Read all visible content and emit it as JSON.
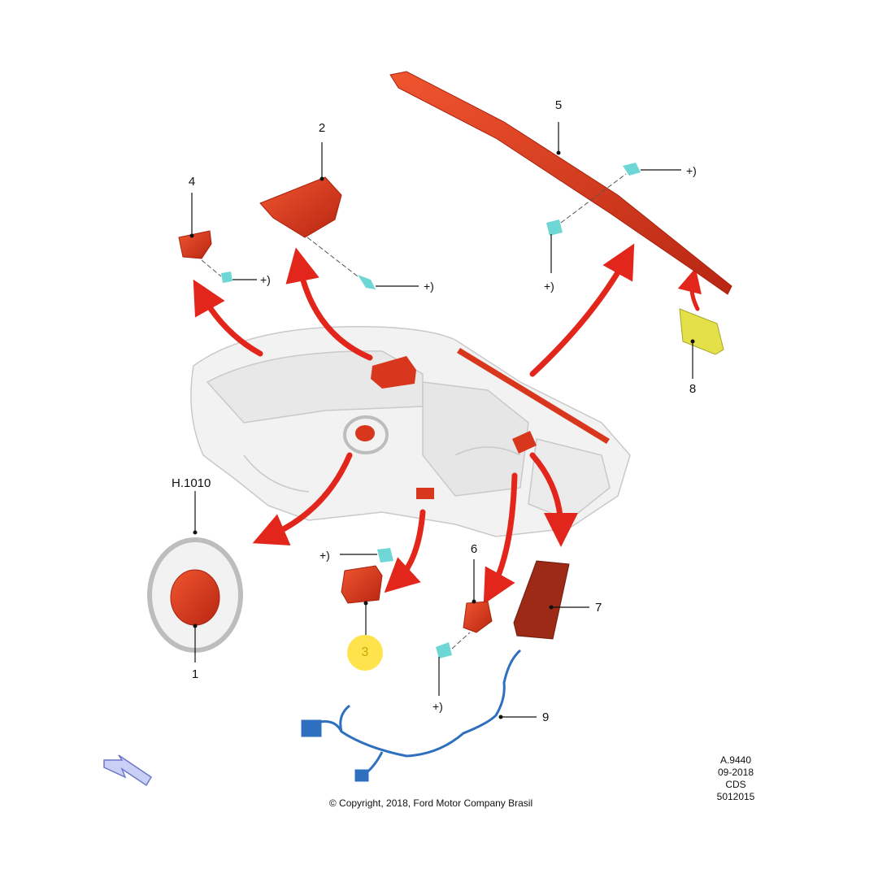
{
  "parts": {
    "p1": "1",
    "p2": "2",
    "p3": "3",
    "p4": "4",
    "p5": "5",
    "p6": "6",
    "p7": "7",
    "p8": "8",
    "p9": "9"
  },
  "reference": "H.1010",
  "fastener_note": "+)",
  "meta": {
    "diagram_id": "A.9440",
    "date": "09-2018",
    "code": "CDS",
    "number": "5012015"
  },
  "copyright": "© Copyright, 2018, Ford Motor Company Brasil",
  "colors": {
    "airbag_red": "#d8371e",
    "connector_cyan": "#6fd6d6",
    "harness_blue": "#2f6fc0",
    "sensor_yellow": "#e3e04a",
    "callout_yellow": "#ffe34d",
    "arrow_red": "#e2261b"
  },
  "icons": {
    "view_direction": "direction-arrow-icon"
  }
}
